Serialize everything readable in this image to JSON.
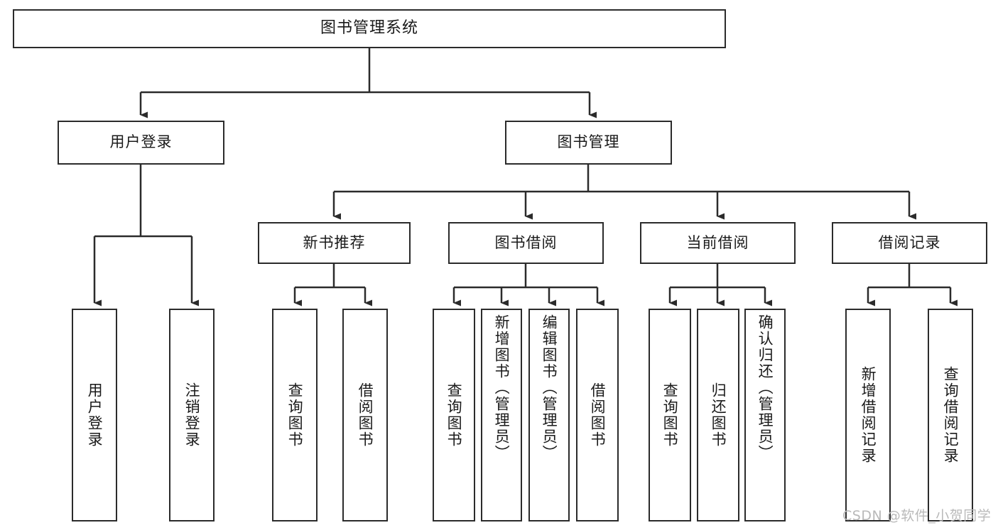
{
  "diagram": {
    "title": "图书管理系统",
    "type": "tree-hierarchy-chart",
    "orientation": "top-down",
    "line_color": "#2b2b2b",
    "box_fill": "#ffffff",
    "text_color": "#1a1a1a"
  },
  "root": {
    "label": "图书管理系统"
  },
  "level2": [
    {
      "label": "用户登录"
    },
    {
      "label": "图书管理"
    }
  ],
  "level3": [
    {
      "label": "新书推荐"
    },
    {
      "label": "图书借阅"
    },
    {
      "label": "当前借阅"
    },
    {
      "label": "借阅记录"
    }
  ],
  "leaves": {
    "user_login": [
      {
        "label": "用户登录"
      },
      {
        "label": "注销登录"
      }
    ],
    "new_book_recommend": [
      {
        "label": "查询图书"
      },
      {
        "label": "借阅图书"
      }
    ],
    "book_borrow": [
      {
        "label": "查询图书"
      },
      {
        "label": "新增图书（管理员）"
      },
      {
        "label": "编辑图书（管理员）"
      },
      {
        "label": "借阅图书"
      }
    ],
    "current_borrow": [
      {
        "label": "查询图书"
      },
      {
        "label": "归还图书"
      },
      {
        "label": "确认归还（管理员）"
      }
    ],
    "borrow_record": [
      {
        "label": "新增借阅记录"
      },
      {
        "label": "查询借阅记录"
      }
    ]
  },
  "watermark": {
    "text": "CSDN @软件_小贺同学",
    "color": "#b9b9b9"
  }
}
